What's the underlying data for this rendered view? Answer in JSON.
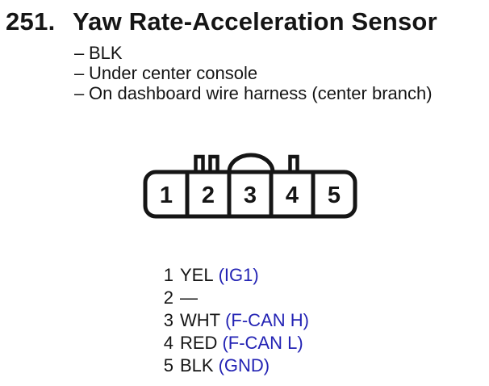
{
  "page": {
    "background": "#ffffff",
    "text_color": "#151515",
    "accent_blue": "#2323b4"
  },
  "header": {
    "number": "251.",
    "title": "Yaw Rate-Acceleration Sensor"
  },
  "notes": {
    "bullet": "–",
    "items": [
      "BLK",
      "Under center console",
      "On dashboard wire harness (center branch)"
    ]
  },
  "connector": {
    "pins": [
      "1",
      "2",
      "3",
      "4",
      "5"
    ]
  },
  "pinout": {
    "rows": [
      {
        "pin": "1",
        "wire": "YEL",
        "signal": "(IG1)"
      },
      {
        "pin": "2",
        "wire": "—",
        "signal": ""
      },
      {
        "pin": "3",
        "wire": "WHT",
        "signal": "(F-CAN H)"
      },
      {
        "pin": "4",
        "wire": "RED",
        "signal": "(F-CAN L)"
      },
      {
        "pin": "5",
        "wire": "BLK",
        "signal": "(GND)"
      }
    ]
  }
}
